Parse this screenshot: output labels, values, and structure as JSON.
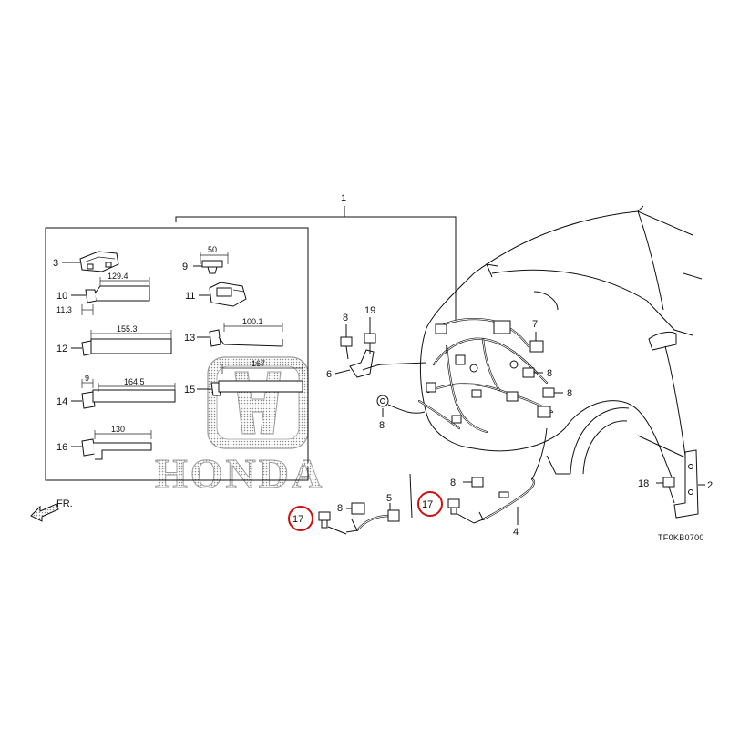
{
  "brand": {
    "name": "HONDA"
  },
  "diagram_code": "TF0KB0700",
  "direction": {
    "label": "FR."
  },
  "colors": {
    "highlight": "#d01010",
    "line": "#111111",
    "watermark": "#9a9a9a"
  },
  "callouts": {
    "p1": "1",
    "p2": "2",
    "p3": "3",
    "p4": "4",
    "p5": "5",
    "p6": "6",
    "p7": "7",
    "p8": "8",
    "p9": "9",
    "p10": "10",
    "p11": "11",
    "p12": "12",
    "p13": "13",
    "p14": "14",
    "p15": "15",
    "p16": "16",
    "p17": "17",
    "p18": "18",
    "p19": "19"
  },
  "dimensions": {
    "d9": "50",
    "d10a": "129.4",
    "d10b": "11.3",
    "d12": "155.3",
    "d13": "100.1",
    "d15": "167",
    "d14a": "9",
    "d14b": "164.5",
    "d16": "130"
  },
  "highlighted_parts": [
    "17"
  ]
}
